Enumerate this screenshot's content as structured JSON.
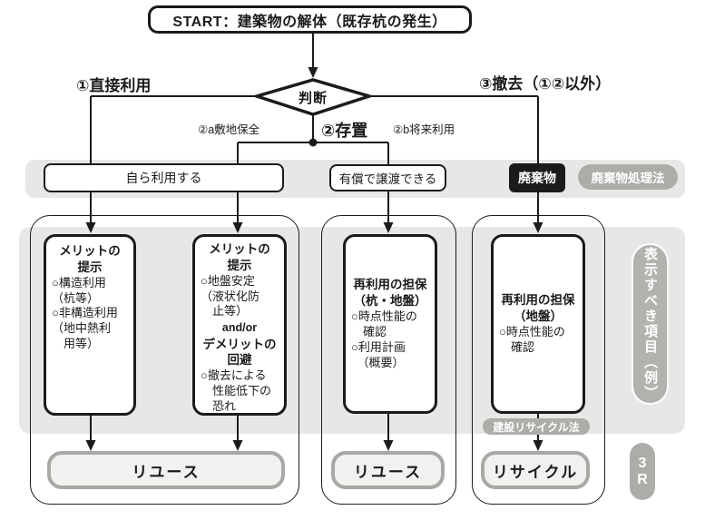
{
  "colors": {
    "ink": "#1d1b1a",
    "panel_gray": "#e8e7e5",
    "pill_gray": "#adaca8",
    "outcome_border": "#a9a8a4",
    "outcome_fill": "#f2f1ef"
  },
  "start": {
    "label": "START：建築物の解体（既存杭の発生）"
  },
  "decision": {
    "label": "判断"
  },
  "branches": {
    "direct_use": "①直接利用",
    "leave_in_place": "②存置",
    "site_preservation": "②a敷地保全",
    "future_use": "②b将来利用",
    "removal": "③撤去（①②以外）"
  },
  "middle_row": {
    "self_use": "自ら利用する",
    "paid_transfer": "有償で譲渡できる",
    "waste": "廃棄物",
    "waste_law": "廃棄物処理法"
  },
  "boxes": {
    "box1": {
      "title": "メリットの\n提示",
      "body": "○構造利用\n（杭等）\n○非構造利用\n（地中熱利\n　用等）"
    },
    "box2": {
      "title": "メリットの\n提示",
      "body1": "○地盤安定\n（液状化防\n　止等）",
      "andor": "and/or",
      "title2": "デメリットの\n回避",
      "body2": "○撤去による\n　性能低下の\n　恐れ"
    },
    "box3": {
      "title": "再利用の担保\n（杭・地盤）",
      "body": "○時点性能の\n　確認\n○利用計画\n　（概要）"
    },
    "box4": {
      "title": "再利用の担保\n（地盤）",
      "body": "○時点性能の\n　確認"
    }
  },
  "outcomes": {
    "reuse_left": "リユース",
    "reuse_mid": "リユース",
    "recycle": "リサイクル"
  },
  "side": {
    "display_items": "表示すべき項目（例）",
    "three_r": "3\nR"
  },
  "recycle_law": "建設リサイクル法"
}
